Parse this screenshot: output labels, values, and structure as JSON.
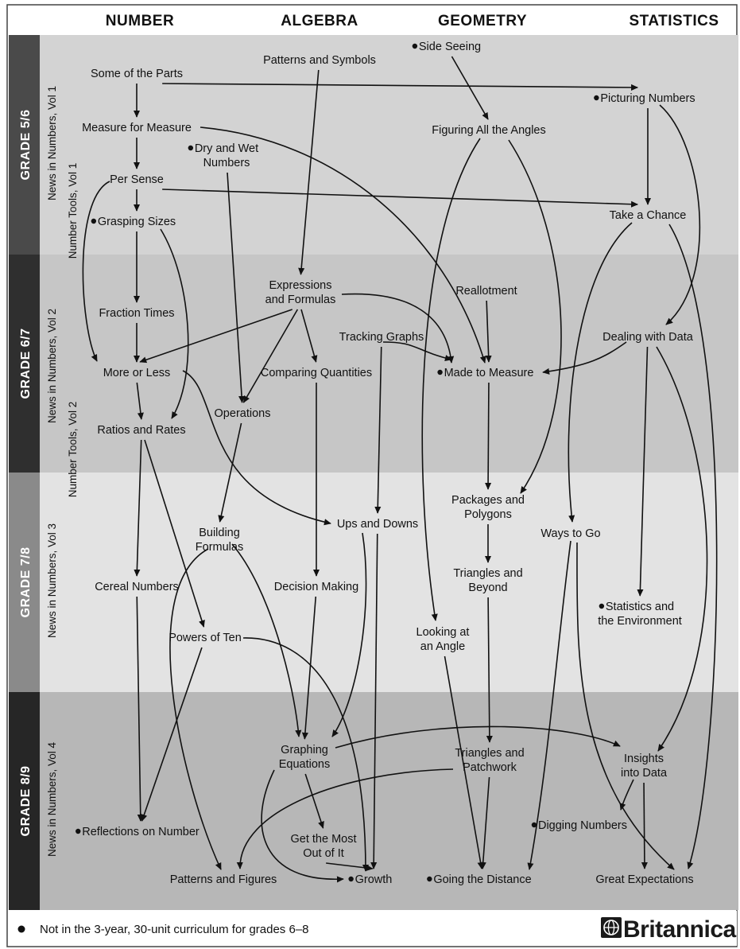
{
  "headers": [
    "NUMBER",
    "ALGEBRA",
    "GEOMETRY",
    "STATISTICS"
  ],
  "grades": [
    "GRADE 5/6",
    "GRADE 6/7",
    "GRADE 7/8",
    "GRADE 8/9"
  ],
  "strands": {
    "news_vol1": "News in Numbers, Vol 1",
    "news_vol2": "News in Numbers, Vol 2",
    "news_vol3": "News in Numbers, Vol 3",
    "news_vol4": "News in Numbers, Vol 4",
    "tools_vol1": "Number Tools, Vol 1",
    "tools_vol2": "Number Tools, Vol 2"
  },
  "nodes": {
    "some_parts": {
      "lines": [
        "Some of the Parts"
      ],
      "bullet": false
    },
    "patterns_symbols": {
      "lines": [
        "Patterns and Symbols"
      ],
      "bullet": false
    },
    "side_seeing": {
      "lines": [
        "Side Seeing"
      ],
      "bullet": true
    },
    "picturing_numbers": {
      "lines": [
        "Picturing Numbers"
      ],
      "bullet": true
    },
    "measure_measure": {
      "lines": [
        "Measure for Measure"
      ],
      "bullet": false
    },
    "dry_wet": {
      "lines": [
        "Dry and Wet",
        "Numbers"
      ],
      "bullet": true
    },
    "figuring_angles": {
      "lines": [
        "Figuring All the Angles"
      ],
      "bullet": false
    },
    "per_sense": {
      "lines": [
        "Per Sense"
      ],
      "bullet": false
    },
    "take_chance": {
      "lines": [
        "Take a Chance"
      ],
      "bullet": false
    },
    "grasping_sizes": {
      "lines": [
        "Grasping Sizes"
      ],
      "bullet": true
    },
    "expressions": {
      "lines": [
        "Expressions",
        "and Formulas"
      ],
      "bullet": false
    },
    "reallotment": {
      "lines": [
        "Reallotment"
      ],
      "bullet": false
    },
    "fraction_times": {
      "lines": [
        "Fraction Times"
      ],
      "bullet": false
    },
    "tracking_graphs": {
      "lines": [
        "Tracking Graphs"
      ],
      "bullet": false
    },
    "dealing_data": {
      "lines": [
        "Dealing with Data"
      ],
      "bullet": false
    },
    "more_less": {
      "lines": [
        "More or Less"
      ],
      "bullet": false
    },
    "comparing_quantities": {
      "lines": [
        "Comparing Quantities"
      ],
      "bullet": false
    },
    "made_measure": {
      "lines": [
        "Made to Measure"
      ],
      "bullet": true
    },
    "operations": {
      "lines": [
        "Operations"
      ],
      "bullet": false
    },
    "ratios_rates": {
      "lines": [
        "Ratios and Rates"
      ],
      "bullet": false
    },
    "packages_polygons": {
      "lines": [
        "Packages and",
        "Polygons"
      ],
      "bullet": false
    },
    "ups_downs": {
      "lines": [
        "Ups and Downs"
      ],
      "bullet": false
    },
    "ways_go": {
      "lines": [
        "Ways to Go"
      ],
      "bullet": false
    },
    "building_formulas": {
      "lines": [
        "Building",
        "Formulas"
      ],
      "bullet": false
    },
    "triangles_beyond": {
      "lines": [
        "Triangles and",
        "Beyond"
      ],
      "bullet": false
    },
    "cereal_numbers": {
      "lines": [
        "Cereal Numbers"
      ],
      "bullet": false
    },
    "decision_making": {
      "lines": [
        "Decision Making"
      ],
      "bullet": false
    },
    "stats_environment": {
      "lines": [
        "Statistics and",
        "the Environment"
      ],
      "bullet": true
    },
    "looking_angle": {
      "lines": [
        "Looking at",
        "an Angle"
      ],
      "bullet": false
    },
    "powers_ten": {
      "lines": [
        "Powers of Ten"
      ],
      "bullet": false
    },
    "graphing_equations": {
      "lines": [
        "Graphing",
        "Equations"
      ],
      "bullet": false
    },
    "triangles_patchwork": {
      "lines": [
        "Triangles and",
        "Patchwork"
      ],
      "bullet": false
    },
    "insights_data": {
      "lines": [
        "Insights",
        "into Data"
      ],
      "bullet": false
    },
    "reflections_number": {
      "lines": [
        "Reflections on Number"
      ],
      "bullet": true
    },
    "digging_numbers": {
      "lines": [
        "Digging Numbers"
      ],
      "bullet": true
    },
    "get_most": {
      "lines": [
        "Get the Most",
        "Out of It"
      ],
      "bullet": false
    },
    "patterns_figures": {
      "lines": [
        "Patterns and Figures"
      ],
      "bullet": false
    },
    "growth": {
      "lines": [
        "Growth"
      ],
      "bullet": true
    },
    "going_distance": {
      "lines": [
        "Going the Distance"
      ],
      "bullet": true
    },
    "great_expectations": {
      "lines": [
        "Great Expectations"
      ],
      "bullet": false
    }
  },
  "edges": [
    {
      "from": "some_parts",
      "to": "measure_measure"
    },
    {
      "from": "some_parts",
      "to": "picturing_numbers"
    },
    {
      "from": "measure_measure",
      "to": "per_sense"
    },
    {
      "from": "measure_measure",
      "to": "made_measure"
    },
    {
      "from": "per_sense",
      "to": "grasping_sizes"
    },
    {
      "from": "per_sense",
      "to": "take_chance"
    },
    {
      "from": "per_sense",
      "to": "more_less"
    },
    {
      "from": "grasping_sizes",
      "to": "fraction_times"
    },
    {
      "from": "grasping_sizes",
      "to": "ratios_rates"
    },
    {
      "from": "fraction_times",
      "to": "more_less"
    },
    {
      "from": "more_less",
      "to": "ratios_rates"
    },
    {
      "from": "more_less",
      "to": "ups_downs"
    },
    {
      "from": "ratios_rates",
      "to": "cereal_numbers"
    },
    {
      "from": "ratios_rates",
      "to": "powers_ten"
    },
    {
      "from": "cereal_numbers",
      "to": "reflections_number"
    },
    {
      "from": "powers_ten",
      "to": "reflections_number"
    },
    {
      "from": "powers_ten",
      "to": "growth"
    },
    {
      "from": "patterns_symbols",
      "to": "expressions"
    },
    {
      "from": "dry_wet",
      "to": "operations"
    },
    {
      "from": "expressions",
      "to": "more_less"
    },
    {
      "from": "expressions",
      "to": "operations"
    },
    {
      "from": "expressions",
      "to": "comparing_quantities"
    },
    {
      "from": "expressions",
      "to": "made_measure"
    },
    {
      "from": "operations",
      "to": "building_formulas"
    },
    {
      "from": "comparing_quantities",
      "to": "decision_making"
    },
    {
      "from": "building_formulas",
      "to": "graphing_equations"
    },
    {
      "from": "building_formulas",
      "to": "patterns_figures"
    },
    {
      "from": "decision_making",
      "to": "graphing_equations"
    },
    {
      "from": "tracking_graphs",
      "to": "made_measure"
    },
    {
      "from": "tracking_graphs",
      "to": "ups_downs"
    },
    {
      "from": "ups_downs",
      "to": "graphing_equations"
    },
    {
      "from": "ups_downs",
      "to": "growth"
    },
    {
      "from": "graphing_equations",
      "to": "get_most"
    },
    {
      "from": "graphing_equations",
      "to": "growth"
    },
    {
      "from": "graphing_equations",
      "to": "insights_data"
    },
    {
      "from": "get_most",
      "to": "growth"
    },
    {
      "from": "side_seeing",
      "to": "figuring_angles"
    },
    {
      "from": "figuring_angles",
      "to": "packages_polygons"
    },
    {
      "from": "figuring_angles",
      "to": "looking_angle"
    },
    {
      "from": "reallotment",
      "to": "made_measure"
    },
    {
      "from": "made_measure",
      "to": "packages_polygons"
    },
    {
      "from": "packages_polygons",
      "to": "triangles_beyond"
    },
    {
      "from": "triangles_beyond",
      "to": "triangles_patchwork"
    },
    {
      "from": "triangles_patchwork",
      "to": "going_distance"
    },
    {
      "from": "triangles_patchwork",
      "to": "patterns_figures"
    },
    {
      "from": "looking_angle",
      "to": "going_distance"
    },
    {
      "from": "picturing_numbers",
      "to": "take_chance"
    },
    {
      "from": "picturing_numbers",
      "to": "dealing_data"
    },
    {
      "from": "take_chance",
      "to": "ways_go"
    },
    {
      "from": "take_chance",
      "to": "great_expectations"
    },
    {
      "from": "dealing_data",
      "to": "made_measure"
    },
    {
      "from": "dealing_data",
      "to": "stats_environment"
    },
    {
      "from": "dealing_data",
      "to": "insights_data"
    },
    {
      "from": "ways_go",
      "to": "great_expectations"
    },
    {
      "from": "ways_go",
      "to": "going_distance"
    },
    {
      "from": "insights_data",
      "to": "digging_numbers"
    },
    {
      "from": "insights_data",
      "to": "great_expectations"
    }
  ],
  "footer": {
    "note": "Not in the 3-year, 30-unit curriculum for grades 6–8",
    "brand": "Britannica"
  }
}
